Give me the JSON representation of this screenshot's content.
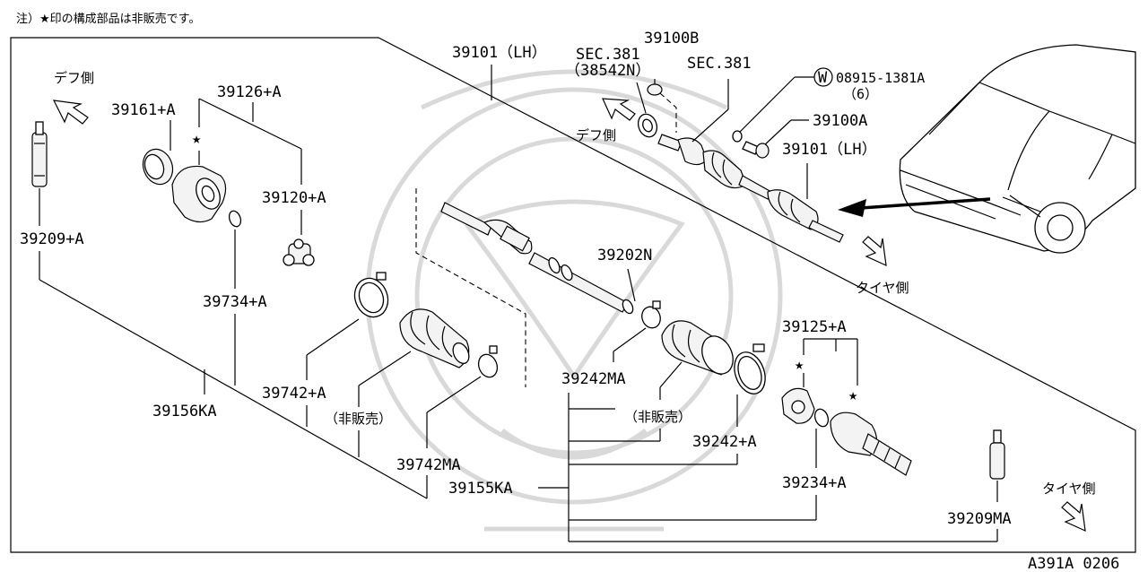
{
  "note": "注）★印の構成部品は非販売です。",
  "diagram_code": "A391A 0206",
  "direction_labels": {
    "diff_side_top_left": "デフ側",
    "diff_side_center": "デフ側",
    "tire_side_center": "タイヤ側",
    "tire_side_bottom_right": "タイヤ側"
  },
  "not_for_sale": [
    "（非販売）",
    "（非販売）"
  ],
  "parts": {
    "p39101_top": "39101（LH）",
    "sec381_a": "SEC.381",
    "p38542n": "（38542N）",
    "p39100b": "39100B",
    "sec381_b": "SEC.381",
    "washer_symbol": "W",
    "p08915": "08915-1381A",
    "p08915_qty": "（6）",
    "p39100a": "39100A",
    "p39101_right": "39101（LH）",
    "p39161": "39161+A",
    "p39126": "39126+A",
    "p39120": "39120+A",
    "p39209a": "39209+A",
    "p39734": "39734+A",
    "p39156ka": "39156KA",
    "p39742a": "39742+A",
    "p39742ma": "39742MA",
    "p39202n": "39202N",
    "p39242ma": "39242MA",
    "p39242a": "39242+A",
    "p39155ka": "39155KA",
    "p39125": "39125+A",
    "p39234": "39234+A",
    "p39209ma": "39209MA"
  },
  "star_symbol": "★"
}
